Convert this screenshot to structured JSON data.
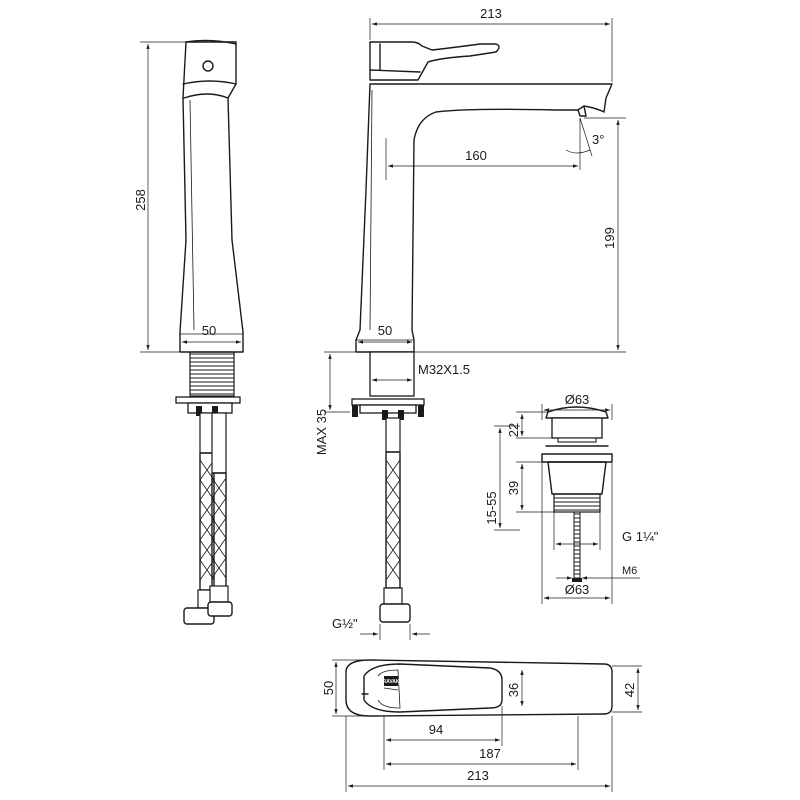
{
  "dimensions": {
    "side_height_total": "258",
    "side_base_width": "50",
    "front_overall_width": "213",
    "front_reach": "160",
    "front_angle": "3°",
    "front_spout_height": "199",
    "front_base_width": "50",
    "front_thread": "M32X1.5",
    "front_max_mount": "MAX 35",
    "front_hose_thread": "G½\"",
    "waste_top_diameter": "Ø63",
    "waste_cap_height": "22",
    "waste_body_height": "39",
    "waste_range": "15-55",
    "waste_thread": "G 1¼\"",
    "waste_rod": "M6",
    "waste_bottom_diameter": "Ø63",
    "top_width": "50",
    "top_lever_width": "36",
    "top_spout_width": "42",
    "top_lever_length": "94",
    "top_spout_length": "187",
    "top_overall_length": "213"
  },
  "brand": "RAVAK"
}
